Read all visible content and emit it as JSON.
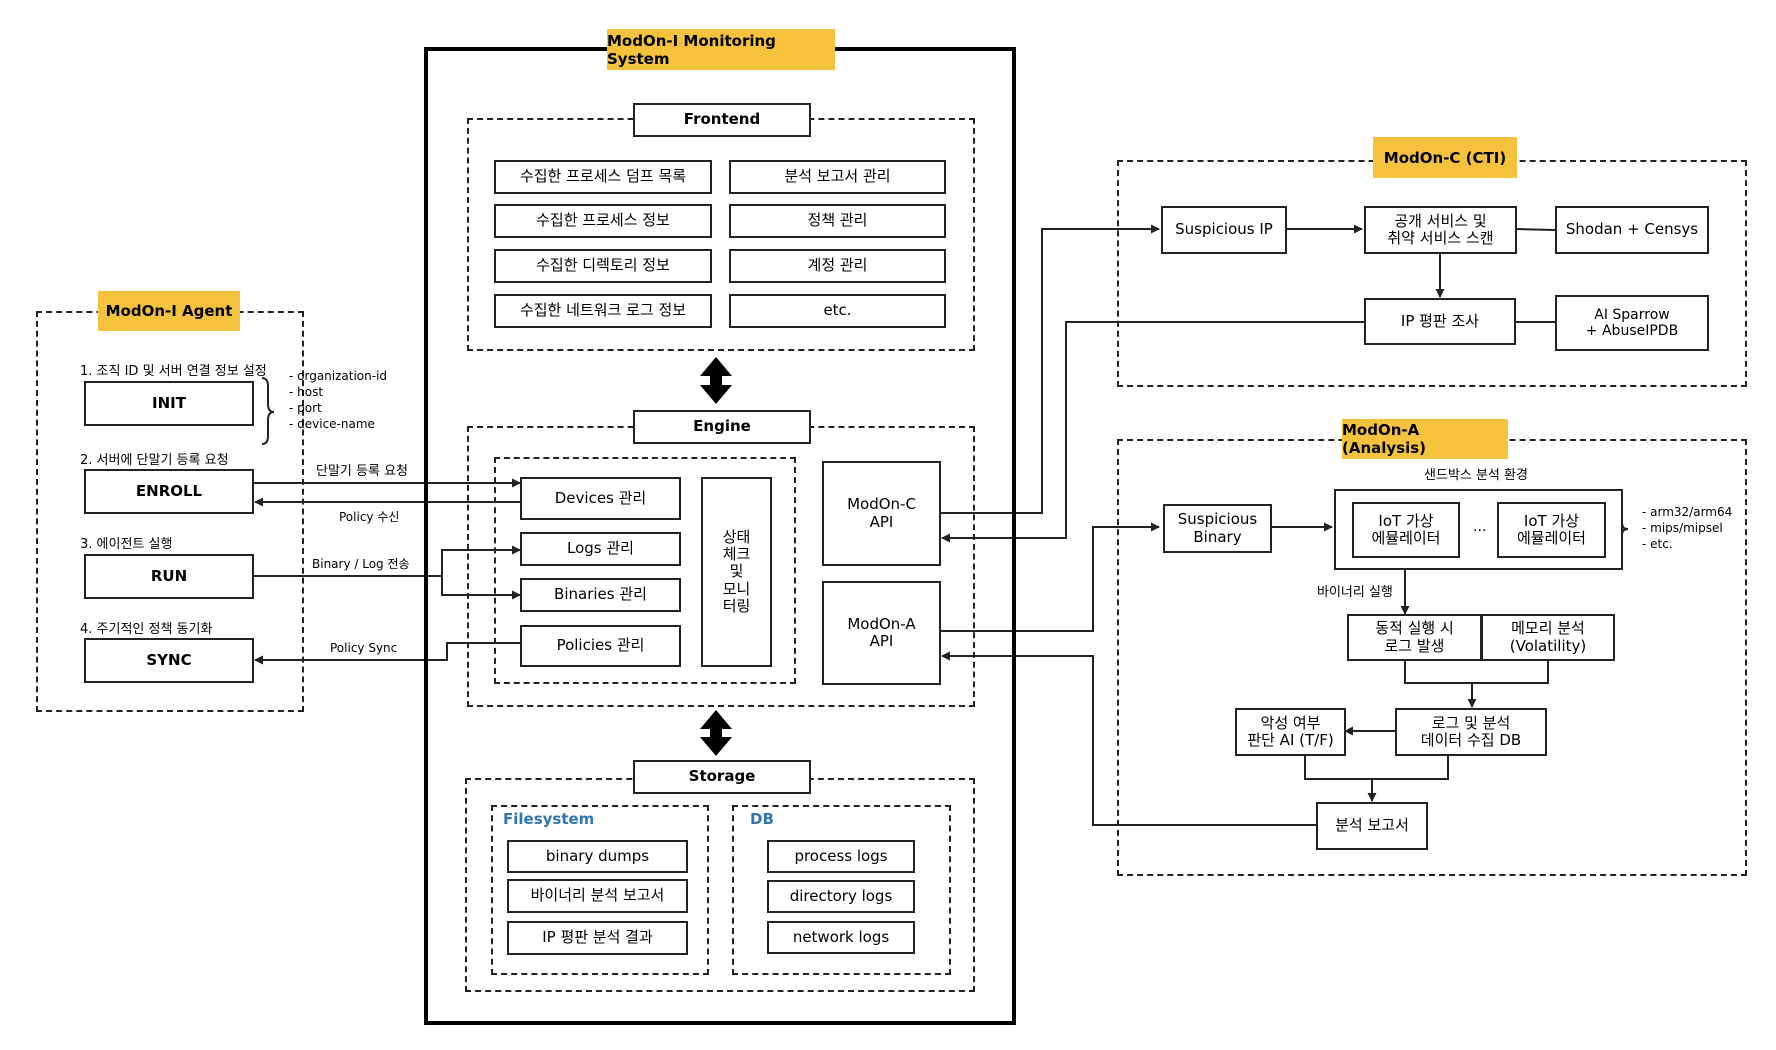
{
  "monitoring": {
    "title": "ModOn-I Monitoring System",
    "frontend": {
      "title": "Frontend",
      "items": [
        "수집한 프로세스 덤프 목록",
        "분석 보고서 관리",
        "수집한 프로세스 정보",
        "정책 관리",
        "수집한 디렉토리 정보",
        "계정 관리",
        "수집한 네트워크 로그 정보",
        "etc."
      ]
    },
    "engine": {
      "title": "Engine",
      "items": [
        "Devices 관리",
        "Logs 관리",
        "Binaries 관리",
        "Policies 관리"
      ],
      "status": "상태\n체크\n및\n모니\n터링",
      "api_c": "ModOn-C\nAPI",
      "api_a": "ModOn-A\nAPI"
    },
    "storage": {
      "title": "Storage",
      "fs_title": "Filesystem",
      "fs_items": [
        "binary dumps",
        "바이너리 분석 보고서",
        "IP 평판 분석 결과"
      ],
      "db_title": "DB",
      "db_items": [
        "process logs",
        "directory logs",
        "network logs"
      ]
    }
  },
  "agent": {
    "title": "ModOn-I Agent",
    "steps": [
      {
        "caption": "1. 조직 ID 및 서버 연결 정보 설정",
        "label": "INIT"
      },
      {
        "caption": "2. 서버에 단말기 등록 요청",
        "label": "ENROLL"
      },
      {
        "caption": "3. 에이전트 실행",
        "label": "RUN"
      },
      {
        "caption": "4. 주기적인 정책 동기화",
        "label": "SYNC"
      }
    ],
    "params": [
      "- organization-id",
      "- host",
      "- port",
      "- device-name"
    ],
    "arrow_labels": [
      "단말기 등록 요청",
      "Policy 수신",
      "Binary / Log 전송",
      "Policy Sync"
    ]
  },
  "cti": {
    "title": "ModOn-C (CTI)",
    "suspicious_ip": "Suspicious IP",
    "scan": "공개 서비스 및\n취약 서비스 스캔",
    "shodan": "Shodan + Censys",
    "reputation": "IP 평판 조사",
    "ai_sparrow": "AI Sparrow\n+ AbuseIPDB"
  },
  "analysis": {
    "title": "ModOn-A (Analysis)",
    "sandbox_label": "샌드박스 분석 환경",
    "suspicious_binary": "Suspicious\nBinary",
    "emulator1": "IoT 가상\n에뮬레이터",
    "ellipsis": "...",
    "emulator2": "IoT 가상\n에뮬레이터",
    "arch": [
      "- arm32/arm64",
      "- mips/mipsel",
      "- etc."
    ],
    "binary_exec": "바이너리 실행",
    "dynamic": "동적 실행 시\n로그 발생",
    "memory": "메모리 분석\n(Volatility)",
    "malware_ai": "악성 여부\n판단 AI (T/F)",
    "log_db": "로그 및 분석\n데이터 수집 DB",
    "report": "분석 보고서"
  },
  "colors": {
    "tag": "#f4c23c",
    "blue_text": "#2f75b5",
    "line": "#222222"
  }
}
